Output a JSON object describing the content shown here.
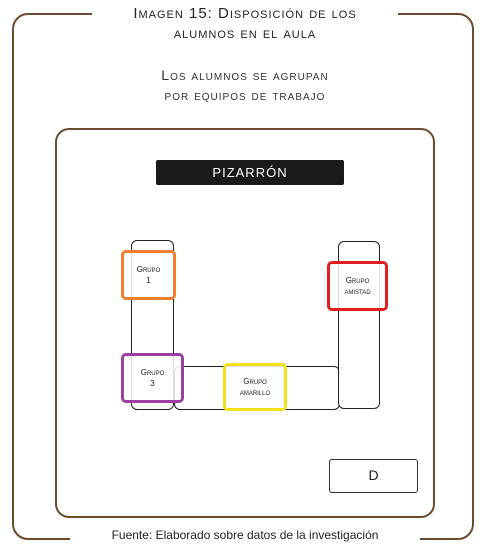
{
  "figure": {
    "title_line1": "Imagen 15: Disposición de los",
    "title_line2": "alumnos en el aula",
    "subtitle_line1": "Los alumnos se agrupan",
    "subtitle_line2": "por equipos de trabajo",
    "caption": "Fuente: Elaborado sobre datos de la investigación"
  },
  "classroom": {
    "blackboard_label": "PIZARRÓN",
    "door_label": "D",
    "groups": [
      {
        "line1": "Grupo",
        "line2": "1",
        "color": "#f08030"
      },
      {
        "line1": "Grupo",
        "line2": "3",
        "color": "#9b3fa0"
      },
      {
        "line1": "Grupo",
        "line2": "amarillo",
        "color": "#f2e11a"
      },
      {
        "line1": "Grupo",
        "line2": "amistad",
        "color": "#e02020"
      }
    ]
  },
  "colors": {
    "frame": "#6b4a2e",
    "blackboard": "#1a1a1a"
  }
}
